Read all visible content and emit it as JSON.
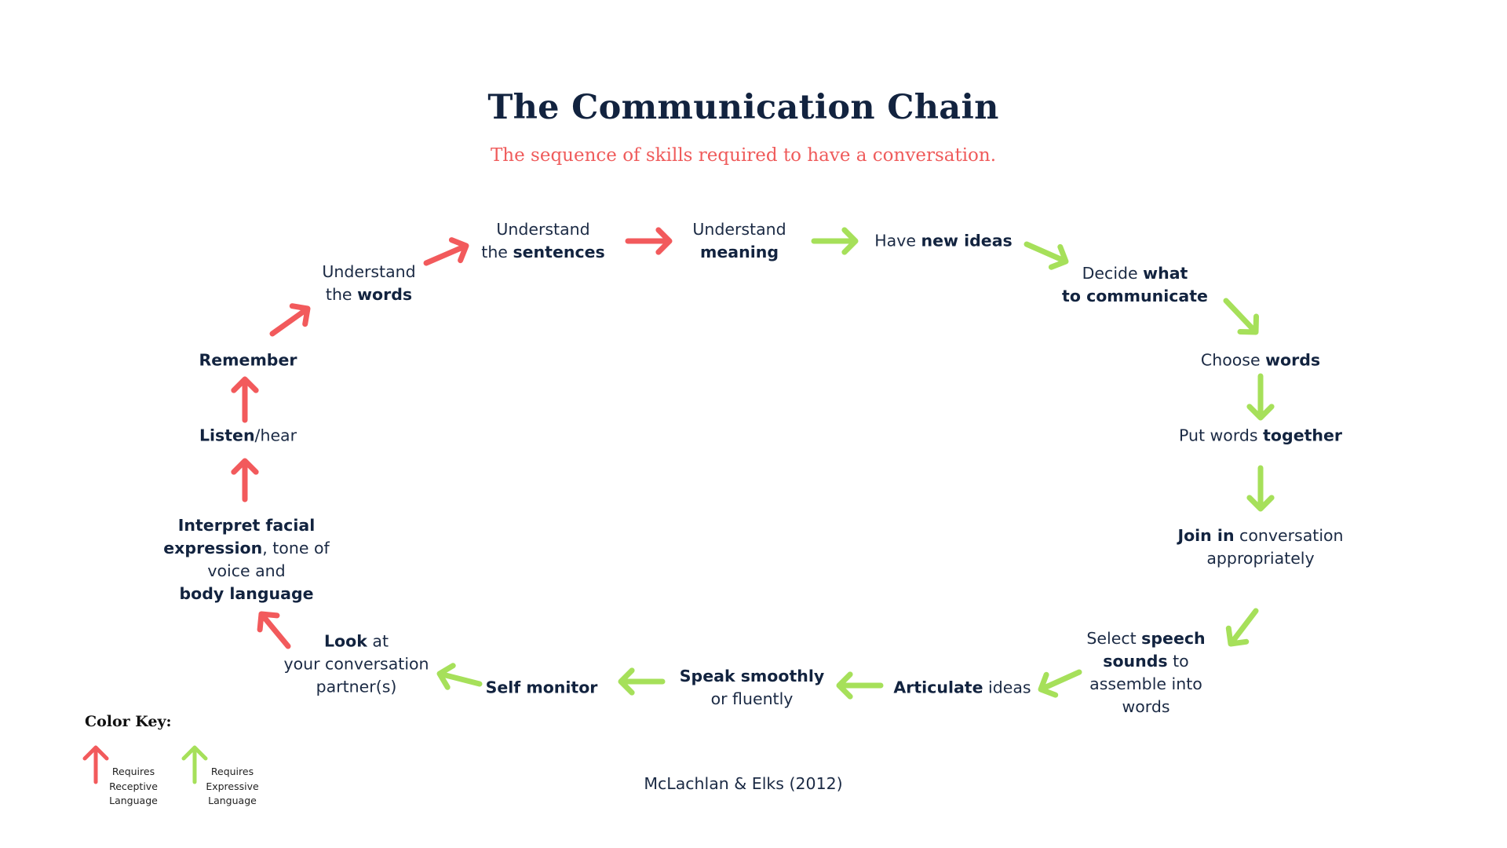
{
  "title": "The Communication Chain",
  "subtitle": "The sequence of skills required to have a conversation.",
  "colors": {
    "receptive": "#f25a5c",
    "expressive": "#a6e05a",
    "text": "#1b2a44",
    "subtitle": "#ef5b5b"
  },
  "nodes": [
    {
      "id": "understand-sentences",
      "lines": [
        [
          {
            "t": "Understand"
          }
        ],
        [
          {
            "t": "the "
          },
          {
            "t": "sentences",
            "b": true
          }
        ]
      ]
    },
    {
      "id": "understand-meaning",
      "lines": [
        [
          {
            "t": "Understand"
          }
        ],
        [
          {
            "t": "meaning",
            "b": true
          }
        ]
      ]
    },
    {
      "id": "have-new-ideas",
      "lines": [
        [
          {
            "t": "Have "
          },
          {
            "t": "new ideas",
            "b": true
          }
        ]
      ]
    },
    {
      "id": "decide-what",
      "lines": [
        [
          {
            "t": "Decide "
          },
          {
            "t": "what",
            "b": true
          }
        ],
        [
          {
            "t": "to communicate",
            "b": true
          }
        ]
      ]
    },
    {
      "id": "choose-words",
      "lines": [
        [
          {
            "t": "Choose "
          },
          {
            "t": "words",
            "b": true
          }
        ]
      ]
    },
    {
      "id": "put-words-together",
      "lines": [
        [
          {
            "t": "Put words "
          },
          {
            "t": "together",
            "b": true
          }
        ]
      ]
    },
    {
      "id": "join-in",
      "lines": [
        [
          {
            "t": "Join in",
            "b": true
          },
          {
            "t": " conversation"
          }
        ],
        [
          {
            "t": "appropriately"
          }
        ]
      ]
    },
    {
      "id": "select-speech-sounds",
      "lines": [
        [
          {
            "t": "Select "
          },
          {
            "t": "speech",
            "b": true
          }
        ],
        [
          {
            "t": "sounds",
            "b": true
          },
          {
            "t": " to"
          }
        ],
        [
          {
            "t": "assemble into"
          }
        ],
        [
          {
            "t": "words"
          }
        ]
      ]
    },
    {
      "id": "articulate-ideas",
      "lines": [
        [
          {
            "t": "Articulate",
            "b": true
          },
          {
            "t": " ideas"
          }
        ]
      ]
    },
    {
      "id": "speak-smoothly",
      "lines": [
        [
          {
            "t": "Speak smoothly",
            "b": true
          }
        ],
        [
          {
            "t": "or fluently"
          }
        ]
      ]
    },
    {
      "id": "self-monitor",
      "lines": [
        [
          {
            "t": "Self monitor",
            "b": true
          }
        ]
      ]
    },
    {
      "id": "look-at-partner",
      "lines": [
        [
          {
            "t": "Look",
            "b": true
          },
          {
            "t": " at"
          }
        ],
        [
          {
            "t": "your conversation"
          }
        ],
        [
          {
            "t": "partner(s)"
          }
        ]
      ]
    },
    {
      "id": "interpret-facial-expression",
      "lines": [
        [
          {
            "t": "Interpret facial",
            "b": true
          }
        ],
        [
          {
            "t": "expression",
            "b": true
          },
          {
            "t": ", tone of"
          }
        ],
        [
          {
            "t": "voice and"
          }
        ],
        [
          {
            "t": "body language",
            "b": true
          }
        ]
      ]
    },
    {
      "id": "listen-hear",
      "lines": [
        [
          {
            "t": "Listen",
            "b": true
          },
          {
            "t": "/hear"
          }
        ]
      ]
    },
    {
      "id": "remember",
      "lines": [
        [
          {
            "t": "Remember",
            "b": true
          }
        ]
      ]
    },
    {
      "id": "understand-words",
      "lines": [
        [
          {
            "t": "Understand"
          }
        ],
        [
          {
            "t": "the "
          },
          {
            "t": "words",
            "b": true
          }
        ]
      ]
    }
  ],
  "arrows": [
    {
      "id": "sentences-to-meaning",
      "kind": "receptive"
    },
    {
      "id": "meaning-to-ideas",
      "kind": "expressive"
    },
    {
      "id": "ideas-to-decide",
      "kind": "expressive"
    },
    {
      "id": "decide-to-choose",
      "kind": "expressive"
    },
    {
      "id": "choose-to-put",
      "kind": "expressive"
    },
    {
      "id": "put-to-join",
      "kind": "expressive"
    },
    {
      "id": "join-to-select",
      "kind": "expressive"
    },
    {
      "id": "select-to-articulate",
      "kind": "expressive"
    },
    {
      "id": "articulate-to-speak",
      "kind": "expressive"
    },
    {
      "id": "speak-to-monitor",
      "kind": "expressive"
    },
    {
      "id": "monitor-to-look",
      "kind": "expressive"
    },
    {
      "id": "look-to-interpret",
      "kind": "receptive"
    },
    {
      "id": "interpret-to-listen",
      "kind": "receptive"
    },
    {
      "id": "listen-to-remember",
      "kind": "receptive"
    },
    {
      "id": "remember-to-words",
      "kind": "receptive"
    },
    {
      "id": "words-to-sentences",
      "kind": "receptive"
    }
  ],
  "citation": "McLachlan & Elks (2012)",
  "color_key": {
    "title": "Color Key:",
    "items": [
      {
        "kind": "receptive",
        "icon": "arrow-up-icon",
        "lines": [
          "Requires",
          "Receptive",
          "Language"
        ]
      },
      {
        "kind": "expressive",
        "icon": "arrow-up-icon",
        "lines": [
          "Requires",
          "Expressive",
          "Language"
        ]
      }
    ]
  }
}
